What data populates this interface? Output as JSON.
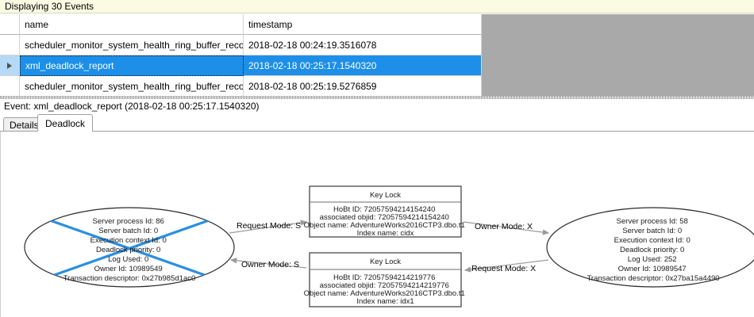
{
  "events_panel": {
    "header_label": "Displaying 30 Events",
    "columns": [
      "name",
      "timestamp"
    ],
    "rows": [
      {
        "selected": false,
        "name": "scheduler_monitor_system_health_ring_buffer_recorded",
        "timestamp": "2018-02-18 00:24:19.3516078"
      },
      {
        "selected": true,
        "name": "xml_deadlock_report",
        "timestamp": "2018-02-18 00:25:17.1540320"
      },
      {
        "selected": false,
        "name": "scheduler_monitor_system_health_ring_buffer_recorded",
        "timestamp": "2018-02-18 00:25:19.5276859"
      }
    ],
    "selection_marker": "row-selector-triangle"
  },
  "event_detail": {
    "header_label": "Event: xml_deadlock_report (2018-02-18 00:25:17.1540320)",
    "tabs": [
      {
        "label": "Details",
        "active": false
      },
      {
        "label": "Deadlock",
        "active": true
      }
    ]
  },
  "deadlock_graph": {
    "victim_process_index": 0,
    "processes": [
      {
        "id": "process-left",
        "is_victim": true,
        "lines": [
          "Server process Id: 86",
          "Server batch Id: 0",
          "Execution context Id: 0",
          "Deadlock priority: 0",
          "Log Used: 0",
          "Owner Id: 10989549",
          "Transaction descriptor: 0x27b985d1ac0"
        ]
      },
      {
        "id": "process-right",
        "is_victim": false,
        "lines": [
          "Server process Id: 58",
          "Server batch Id: 0",
          "Execution context Id: 0",
          "Deadlock priority: 0",
          "Log Used: 252",
          "Owner Id: 10989547",
          "Transaction descriptor: 0x27ba15a4490"
        ]
      }
    ],
    "resources": [
      {
        "id": "keylock-top",
        "title": "Key Lock",
        "lines": [
          "HoBt ID: 72057594214154240",
          "associated objid: 72057594214154240",
          "Object name: AdventureWorks2016CTP3.dbo.t1",
          "Index name: cidx"
        ]
      },
      {
        "id": "keylock-bottom",
        "title": "Key Lock",
        "lines": [
          "HoBt ID: 72057594214219776",
          "associated objid: 72057594214219776",
          "Object name: AdventureWorks2016CTP3.dbo.t1",
          "Index name: idx1"
        ]
      }
    ],
    "edges": [
      {
        "id": "edge-left-request-top",
        "label": "Request Mode: S"
      },
      {
        "id": "edge-bottom-owner-left",
        "label": "Owner Mode: S"
      },
      {
        "id": "edge-top-owner-right",
        "label": "Owner Mode: X"
      },
      {
        "id": "edge-right-request-bottom",
        "label": "Request Mode: X"
      }
    ]
  },
  "colors": {
    "header_bg": "#fbfbe4",
    "selection_blue": "#1d8fe8",
    "victim_cross": "#2a8fe0",
    "grid_empty_gray": "#a9a9a9"
  }
}
